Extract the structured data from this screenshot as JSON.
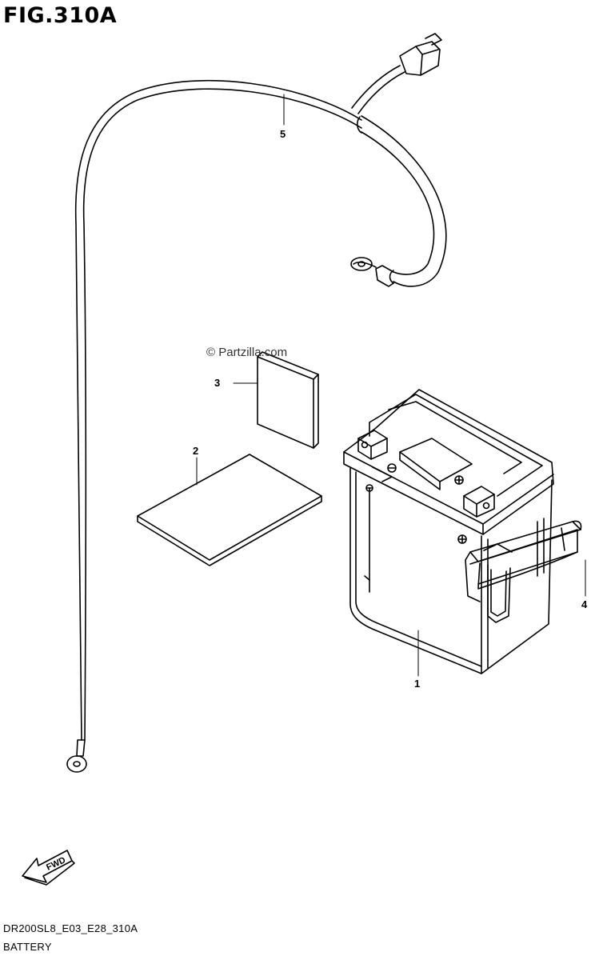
{
  "figure": {
    "title": "FIG.310A",
    "watermark": "© Partzilla.com",
    "code": "DR200SL8_E03_E28_310A",
    "name": "BATTERY"
  },
  "callouts": [
    {
      "id": "1",
      "label": "1"
    },
    {
      "id": "2",
      "label": "2"
    },
    {
      "id": "3",
      "label": "3"
    },
    {
      "id": "4",
      "label": "4"
    },
    {
      "id": "5",
      "label": "5"
    }
  ],
  "fwd_label": "FWD",
  "icons": [
    "fwd-arrow-icon"
  ],
  "colors": {
    "line": "#000000",
    "background": "#ffffff"
  }
}
